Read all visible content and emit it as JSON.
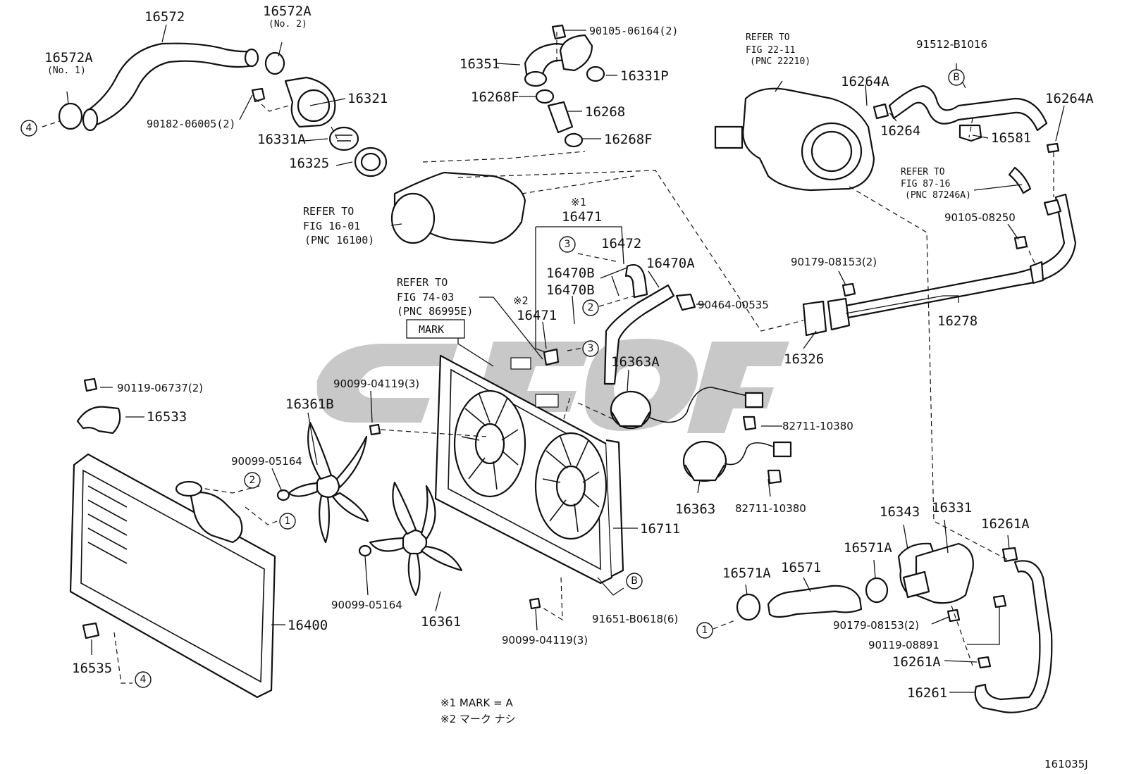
{
  "diagram_code": "161035J",
  "labels": {
    "p16572": "16572",
    "p16572A_top": "16572A",
    "no2": "(No. 2)",
    "p16572A_left": "16572A",
    "no1": "(No. 1)",
    "p16321": "16321",
    "b90182": "90182-06005(2)",
    "p16331A": "16331A",
    "p16325": "16325",
    "b90105_06164": "90105-06164(2)",
    "p16351": "16351",
    "p16331P": "16331P",
    "p16268F_top": "16268F",
    "p16268": "16268",
    "p16268F_bot": "16268F",
    "refer_to_1": "REFER TO",
    "fig_16_01": "FIG 16-01",
    "pnc_16100": "(PNC 16100)",
    "refer_to_2": "REFER TO",
    "fig_22_11": "FIG 22-11",
    "pnc_22210": "(PNC 22210)",
    "p16264A_mid": "16264A",
    "b91512": "91512-B1016",
    "p16264A_right": "16264A",
    "p16264": "16264",
    "p16581": "16581",
    "refer_to_3": "REFER TO",
    "fig_87_16": "FIG 87-16",
    "pnc_87246A": "(PNC 87246A)",
    "b90105_08250": "90105-08250",
    "mark1_sym": "※1",
    "p16471_top": "16471",
    "p16472": "16472",
    "p16470B_1": "16470B",
    "p16470A": "16470A",
    "p16470B_2": "16470B",
    "mark2_sym": "※2",
    "p16471_mid": "16471",
    "b90464": "90464-00535",
    "b90179_top": "90179-08153(2)",
    "p16278": "16278",
    "p16326": "16326",
    "refer_to_4": "REFER TO",
    "fig_74_03": "FIG 74-03",
    "pnc_86995E": "(PNC 86995E)",
    "mark_box": "MARK",
    "b90119_06737": "90119-06737(2)",
    "p16533": "16533",
    "b90099_04119_top": "90099-04119(3)",
    "p16361B": "16361B",
    "p16363A": "16363A",
    "b82711_1": "82711-10380",
    "b90099_05164_top": "90099-05164",
    "p16363": "16363",
    "b82711_2": "82711-10380",
    "p16711": "16711",
    "p16343": "16343",
    "p16331": "16331",
    "p16261A_top": "16261A",
    "p16571A_right": "16571A",
    "p16571A_left": "16571A",
    "p16571": "16571",
    "b90099_05164_bot": "90099-05164",
    "p16361": "16361",
    "b91651": "91651-B0618(6)",
    "b90179_bot": "90179-08153(2)",
    "p16400": "16400",
    "b90119_08891": "90119-08891",
    "b90099_04119_bot": "90099-04119(3)",
    "p16261A_bot": "16261A",
    "p16535": "16535",
    "p16261": "16261",
    "note1": "※1  MARK = A",
    "note2": "※2  マーク ナシ"
  },
  "callouts": {
    "c1": "1",
    "c2": "2",
    "c3": "3",
    "c4": "4",
    "cB": "B"
  }
}
